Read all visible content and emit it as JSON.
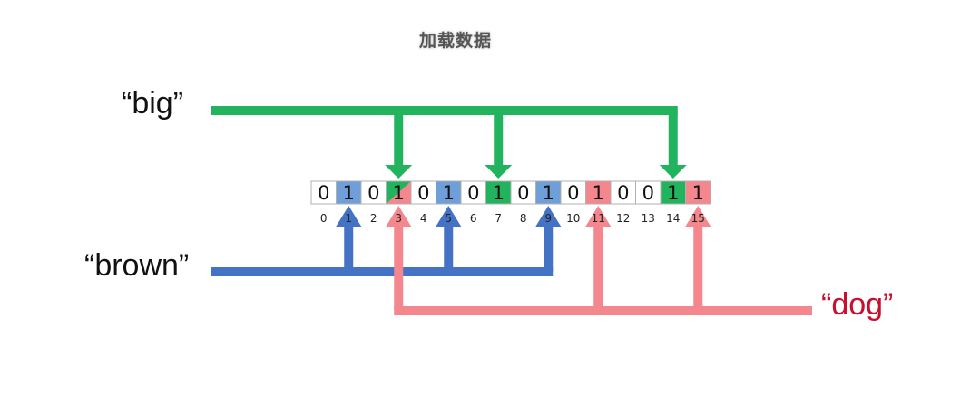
{
  "title": "加载数据",
  "words": [
    {
      "text": "“big”",
      "color": "#22b35e",
      "hits": [
        3,
        7,
        14
      ]
    },
    {
      "text": "“brown”",
      "color": "#4472c4",
      "hits": [
        1,
        5,
        9
      ]
    },
    {
      "text": "“dog”",
      "color": "#f4878e",
      "hits": [
        3,
        11,
        15
      ]
    }
  ],
  "bits": [
    0,
    1,
    0,
    1,
    0,
    1,
    0,
    1,
    0,
    1,
    0,
    1,
    0,
    0,
    1,
    1
  ],
  "indices": [
    "0",
    "1",
    "2",
    "3",
    "4",
    "5",
    "6",
    "7",
    "8",
    "9",
    "10",
    "11",
    "12",
    "13",
    "14",
    "15"
  ],
  "colors": {
    "green": "#22b35e",
    "blue": "#4472c4",
    "blue_cell": "#6f9fd8",
    "pink": "#f4878e",
    "dog_text": "#c8102e",
    "cell_border": "#b0b0b0"
  }
}
